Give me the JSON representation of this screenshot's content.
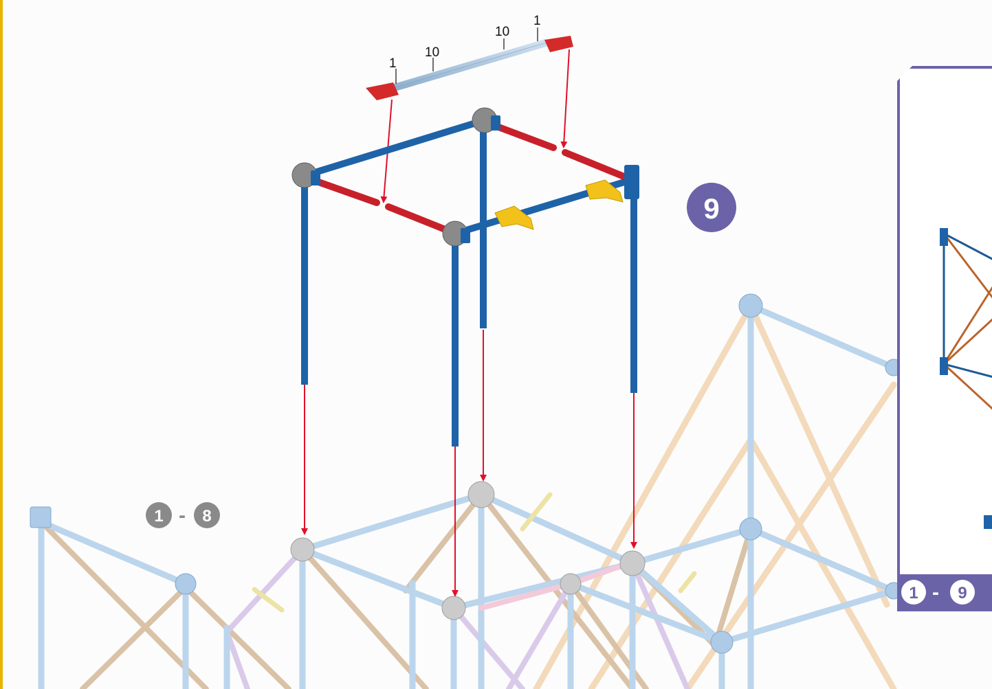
{
  "colors": {
    "accent": "#6b63a8",
    "edge_strip": "#e8b400",
    "connector_gray": "#8a8a8a",
    "rod_blue": "#1e63a8",
    "rod_red": "#c8202a",
    "arrow_red": "#e0102a",
    "connector_yellow": "#f2c21a",
    "faded_blue": "#b8d3ec",
    "faded_tan": "#f3d9b8",
    "faded_purple": "#d9c8ea"
  },
  "step": {
    "number": "9"
  },
  "previous_steps": {
    "from": "1",
    "dash": "-",
    "to": "8"
  },
  "inset": {
    "from": "1",
    "dash": "-",
    "to": "9"
  },
  "part_callouts": {
    "left_connector": "1",
    "left_rod": "10",
    "right_rod": "10",
    "right_connector": "1"
  }
}
